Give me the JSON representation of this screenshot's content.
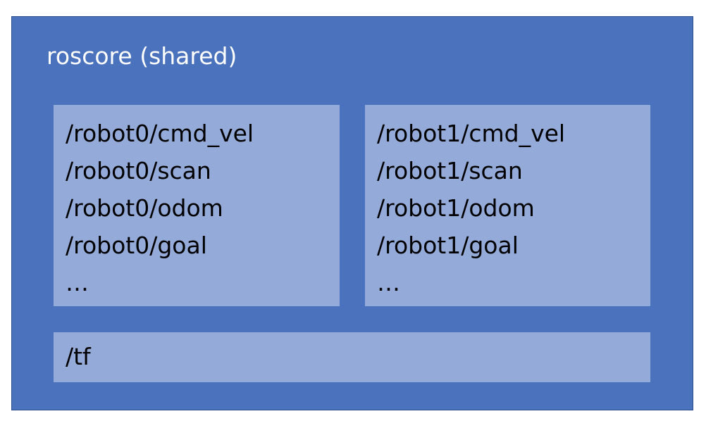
{
  "colors": {
    "outer_fill": "#4a72bd",
    "panel_fill": "#94aad9",
    "title_text": "#ffffff",
    "topic_text": "#000000"
  },
  "roscore": {
    "title": "roscore (shared)"
  },
  "robot0": {
    "topics": [
      "/robot0/cmd_vel",
      "/robot0/scan",
      "/robot0/odom",
      "/robot0/goal",
      "..."
    ]
  },
  "robot1": {
    "topics": [
      "/robot1/cmd_vel",
      "/robot1/scan",
      "/robot1/odom",
      "/robot1/goal",
      "..."
    ]
  },
  "shared_panel": {
    "label": "/tf"
  }
}
